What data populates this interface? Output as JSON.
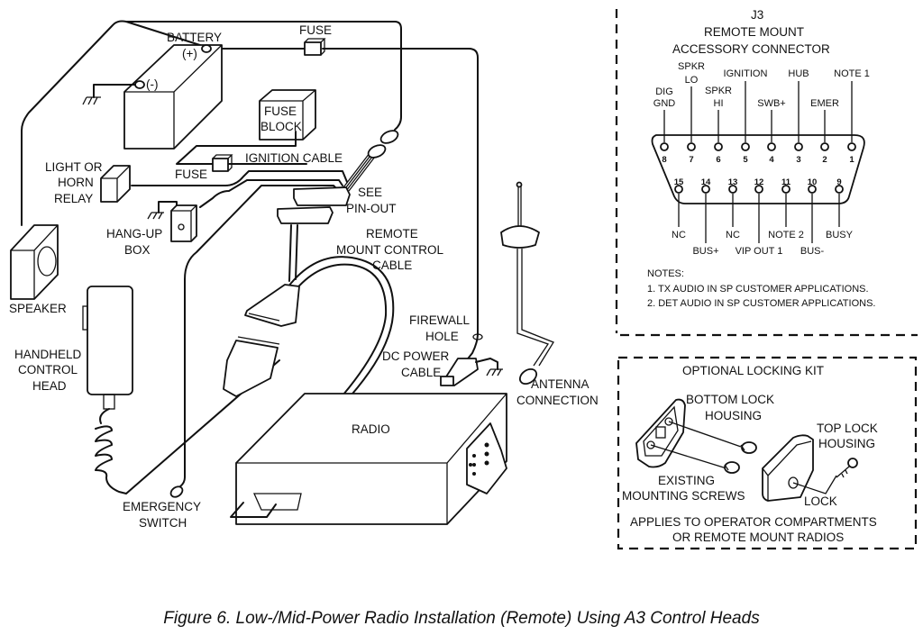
{
  "caption": "Figure 6. Low-/Mid-Power Radio Installation (Remote) Using A3 Control Heads",
  "main_labels": {
    "battery": "BATTERY",
    "battery_pos": "(+)",
    "battery_neg": "(-)",
    "fuse_top": "FUSE",
    "fuse_block_1": "FUSE",
    "fuse_block_2": "BLOCK",
    "fuse_mid": "FUSE",
    "ignition_cable": "IGNITION CABLE",
    "relay_1": "LIGHT OR",
    "relay_2": "HORN",
    "relay_3": "RELAY",
    "see_pinout_1": "SEE",
    "see_pinout_2": "PIN-OUT",
    "hangup_1": "HANG-UP",
    "hangup_2": "BOX",
    "remote_cable_1": "REMOTE",
    "remote_cable_2": "MOUNT CONTROL",
    "remote_cable_3": "CABLE",
    "speaker": "SPEAKER",
    "handheld_1": "HANDHELD",
    "handheld_2": "CONTROL",
    "handheld_3": "HEAD",
    "firewall_1": "FIREWALL",
    "firewall_2": "HOLE",
    "dcpower_1": "DC POWER",
    "dcpower_2": "CABLE",
    "antenna_1": "ANTENNA",
    "antenna_2": "CONNECTION",
    "radio": "RADIO",
    "emergency_1": "EMERGENCY",
    "emergency_2": "SWITCH"
  },
  "connector": {
    "title_1": "J3",
    "title_2": "REMOTE MOUNT",
    "title_3": "ACCESSORY CONNECTOR",
    "top_pins": [
      {
        "num": "8",
        "label_1": "DIG",
        "label_2": "GND"
      },
      {
        "num": "7",
        "label_1": "SPKR",
        "label_2": "LO"
      },
      {
        "num": "6",
        "label_1": "SPKR",
        "label_2": "HI"
      },
      {
        "num": "5",
        "label_1": "IGNITION",
        "label_2": ""
      },
      {
        "num": "4",
        "label_1": "SWB+",
        "label_2": ""
      },
      {
        "num": "3",
        "label_1": "HUB",
        "label_2": ""
      },
      {
        "num": "2",
        "label_1": "EMER",
        "label_2": ""
      },
      {
        "num": "1",
        "label_1": "NOTE 1",
        "label_2": ""
      }
    ],
    "bottom_pins": [
      {
        "num": "15",
        "label": "NC"
      },
      {
        "num": "14",
        "label": "BUS+"
      },
      {
        "num": "13",
        "label": "NC"
      },
      {
        "num": "12",
        "label": "VIP OUT 1"
      },
      {
        "num": "11",
        "label": "NOTE 2"
      },
      {
        "num": "10",
        "label": "BUS-"
      },
      {
        "num": "9",
        "label": "BUSY"
      }
    ],
    "notes_title": "NOTES:",
    "notes": [
      "1.  TX AUDIO IN SP CUSTOMER APPLICATIONS.",
      "2.  DET AUDIO IN SP CUSTOMER APPLICATIONS."
    ]
  },
  "locking_kit": {
    "title": "OPTIONAL LOCKING KIT",
    "bottom_lock_1": "BOTTOM LOCK",
    "bottom_lock_2": "HOUSING",
    "top_lock_1": "TOP LOCK",
    "top_lock_2": "HOUSING",
    "screws_1": "EXISTING",
    "screws_2": "MOUNTING SCREWS",
    "lock": "LOCK",
    "applies_1": "APPLIES TO OPERATOR COMPARTMENTS",
    "applies_2": "OR REMOTE MOUNT RADIOS"
  }
}
